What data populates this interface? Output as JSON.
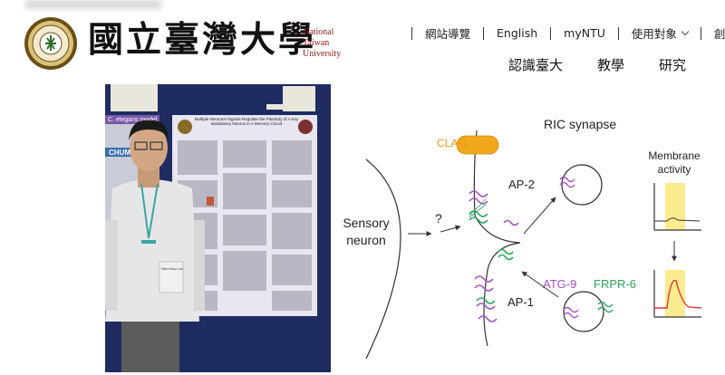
{
  "header": {
    "logo_chinese": "國立臺灣大學",
    "logo_english": [
      "National",
      "Taiwan",
      "University"
    ],
    "top_nav": [
      {
        "label": "網站導覽",
        "dropdown": false
      },
      {
        "label": "English",
        "dropdown": false
      },
      {
        "label": "myNTU",
        "dropdown": false
      },
      {
        "label": "使用對象",
        "dropdown": true
      },
      {
        "label": "創校百",
        "dropdown": false
      }
    ],
    "main_nav": [
      "認識臺大",
      "教學",
      "研究"
    ]
  },
  "photo": {
    "poster_title": "Multiple Neuronal Signals Regulate the Plasticity of A Key Modulatory Neuron in A Memory Circuit",
    "side_poster_title": "C. elegans model",
    "side_poster_brand": "CHUM",
    "name_badge": "Wei-Hsiu Lee"
  },
  "diagram": {
    "title": "RIC synapse",
    "sensory_label_1": "Sensory",
    "sensory_label_2": "neuron",
    "question": "?",
    "cla1": "CLA-1",
    "ap2": "AP-2",
    "ap1": "AP-1",
    "atg9": "ATG-9",
    "frpr6": "FRPR-6",
    "membrane_1": "Membrane",
    "membrane_2": "activity",
    "colors": {
      "cla1": "#f2a81d",
      "atg9": "#a24fc4",
      "frpr6": "#2aa55a",
      "highlight": "#fbec8f",
      "trace": "#e03a3a"
    }
  }
}
